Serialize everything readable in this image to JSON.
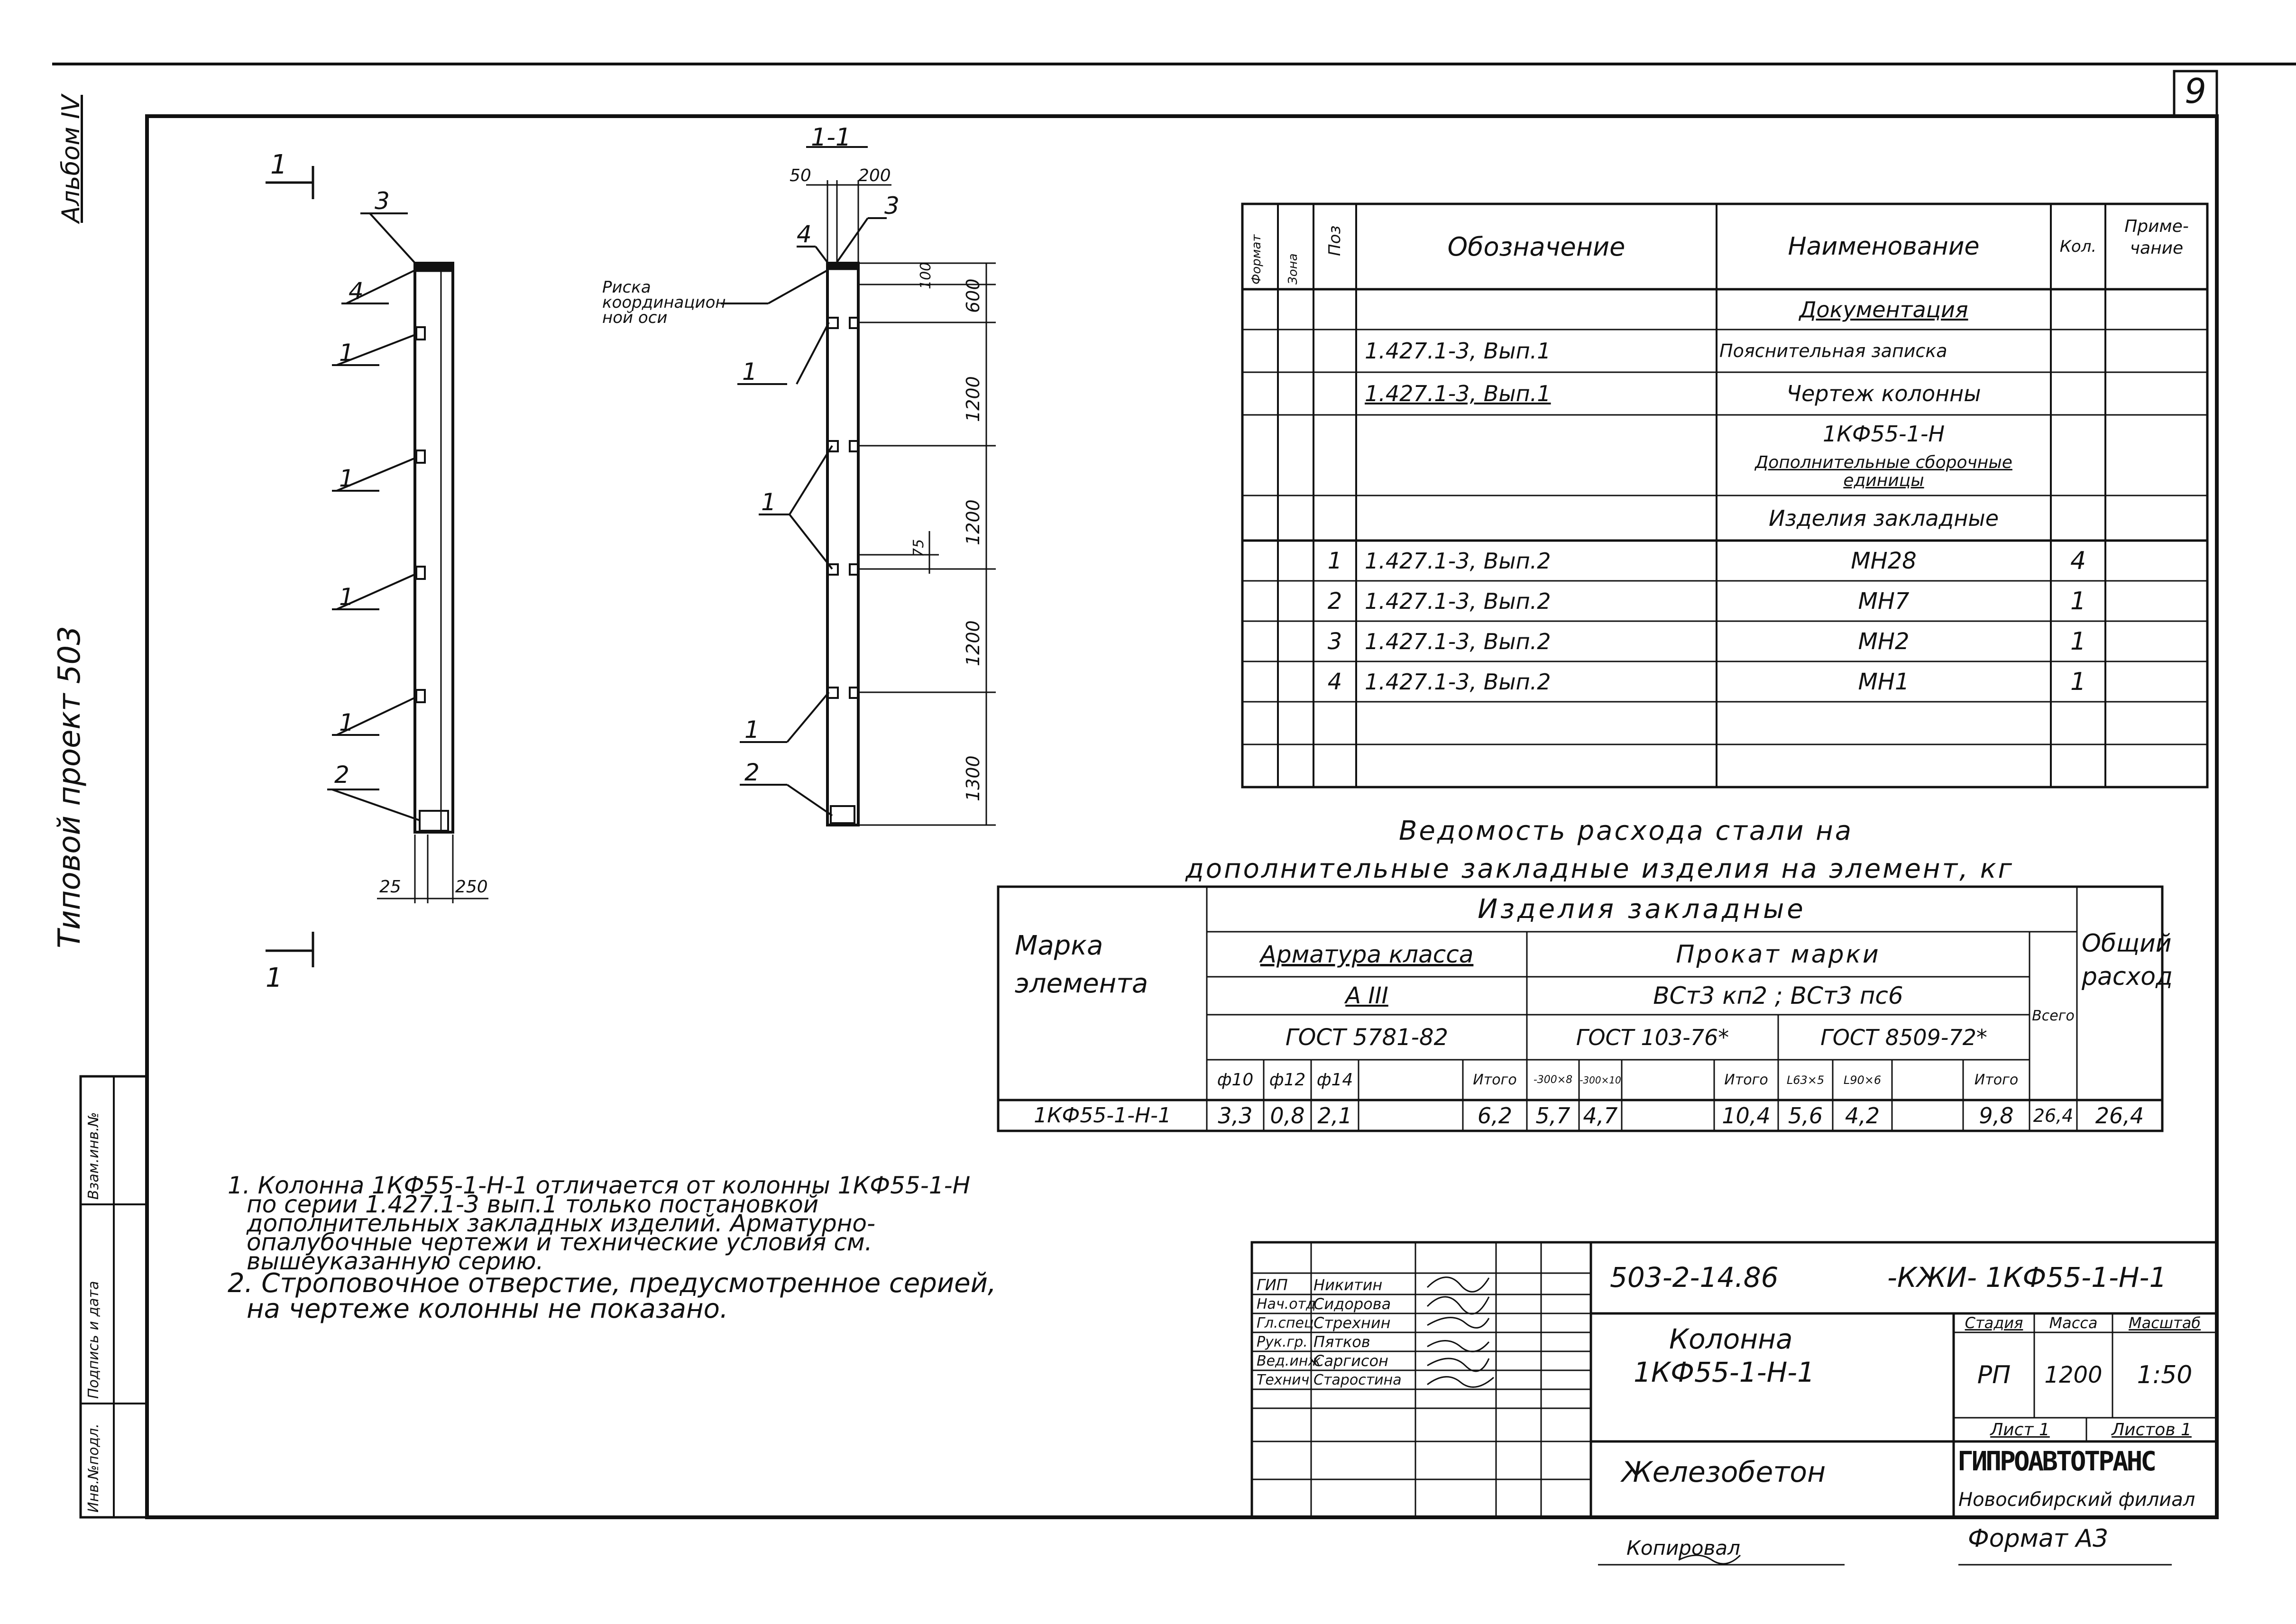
{
  "sheet_number": "9",
  "side": {
    "album": "Альбом IV",
    "project": "Типовой проект 503",
    "stamp_fields": [
      "Инв.№подл.",
      "Подпись и дата",
      "Взам.инв.№"
    ]
  },
  "drawing": {
    "section_mark": "1",
    "section_title": "1-1",
    "dims_top": [
      "50",
      "200"
    ],
    "dims_bottom": [
      "25",
      "250"
    ],
    "dims_vertical": [
      "100",
      "600",
      "1200",
      "1200",
      "1200",
      "1300"
    ],
    "dim_small": "75",
    "callout_axis": "Риска координацион-ной оси",
    "pos_labels": [
      "1",
      "2",
      "3",
      "4"
    ]
  },
  "spec": {
    "headers": {
      "format": "Формат",
      "zone": "Зона",
      "pos": "Поз",
      "designation": "Обозначение",
      "name": "Наименование",
      "qty": "Кол.",
      "note": "Приме-чание"
    },
    "rows": [
      {
        "pos": "",
        "designation": "",
        "name": "Документация",
        "qty": "",
        "underline": true
      },
      {
        "pos": "",
        "designation": "1.427.1-3, Вып.1",
        "name": "Пояснительная записка",
        "qty": ""
      },
      {
        "pos": "",
        "designation": "1.427.1-3, Вып.1",
        "name": "Чертеж колонны",
        "qty": ""
      },
      {
        "pos": "",
        "designation": "",
        "name": "1КФ55-1-Н",
        "name2": "Дополнительные сборочные единицы",
        "qty": ""
      },
      {
        "pos": "",
        "designation": "",
        "name": "Изделия закладные",
        "qty": ""
      },
      {
        "pos": "1",
        "designation": "1.427.1-3, Вып.2",
        "name": "МН28",
        "qty": "4"
      },
      {
        "pos": "2",
        "designation": "1.427.1-3, Вып.2",
        "name": "МН7",
        "qty": "1"
      },
      {
        "pos": "3",
        "designation": "1.427.1-3, Вып.2",
        "name": "МН2",
        "qty": "1"
      },
      {
        "pos": "4",
        "designation": "1.427.1-3, Вып.2",
        "name": "МН1",
        "qty": "1"
      },
      {
        "pos": "",
        "designation": "",
        "name": "",
        "qty": ""
      },
      {
        "pos": "",
        "designation": "",
        "name": "",
        "qty": ""
      }
    ]
  },
  "steel": {
    "title1": "Ведомость расхода стали на",
    "title2": "дополнительные закладные изделия на элемент, кг",
    "mark_label": "Марка элемента",
    "group": "Изделия закладные",
    "rebar": "Арматура класса",
    "rebar_class": "А III",
    "rebar_gost": "ГОСТ 5781-82",
    "rolled": "Прокат марки",
    "rolled_grade": "ВСт3 кп2 ; ВСт3 пс6",
    "rolled_gost1": "ГОСТ 103-76*",
    "rolled_gost2": "ГОСТ 8509-72*",
    "total_label": "Всего",
    "common_label": "Общий расход",
    "subheads": [
      "ф10",
      "ф12",
      "ф14",
      "",
      "Итого",
      "-300×8",
      "-300×10",
      "",
      "Итого",
      "L63×5",
      "L90×6",
      "",
      "Итого"
    ],
    "row": {
      "mark": "1КФ55-1-Н-1",
      "values": [
        "3,3",
        "0,8",
        "2,1",
        "",
        "6,2",
        "5,7",
        "4,7",
        "",
        "10,4",
        "5,6",
        "4,2",
        "",
        "9,8"
      ],
      "total": "26,4",
      "common": "26,4"
    }
  },
  "notes": [
    "1. Колонна 1КФ55-1-Н-1 отличается от колонны 1КФ55-1-Н",
    "по серии 1.427.1-3 вып.1 только постановкой",
    "дополнительных закладных изделий. Арматурно-",
    "опалубочные чертежи и технические условия см.",
    "вышеуказанную серию.",
    "2. Строповочное отверстие, предусмотренное серией,",
    "на чертеже колонны не показано."
  ],
  "title_block": {
    "code": "503-2-14.86",
    "code2": "-КЖИ- 1КФ55-1-Н-1",
    "staff": [
      {
        "role": "ГИП",
        "name": "Никитин"
      },
      {
        "role": "Нач.отд",
        "name": "Сидорова"
      },
      {
        "role": "Гл.спец",
        "name": "Стрехнин"
      },
      {
        "role": "Рук.гр.",
        "name": "Пятков"
      },
      {
        "role": "Вед.инж",
        "name": "Саргисон"
      },
      {
        "role": "Технич",
        "name": "Старостина"
      }
    ],
    "name1": "Колонна",
    "name2": "1КФ55-1-Н-1",
    "stage_label": "Стадия",
    "mass_label": "Масса",
    "scale_label": "Масштаб",
    "stage": "РП",
    "mass": "1200",
    "scale": "1:50",
    "sheet_label": "Лист 1",
    "sheets_label": "Листов 1",
    "material": "Железобетон",
    "org": "ГИПРОАВТОТРАНС",
    "branch": "Новосибирский филиал"
  },
  "footer": {
    "copied": "Копировал",
    "format": "Формат А3"
  }
}
